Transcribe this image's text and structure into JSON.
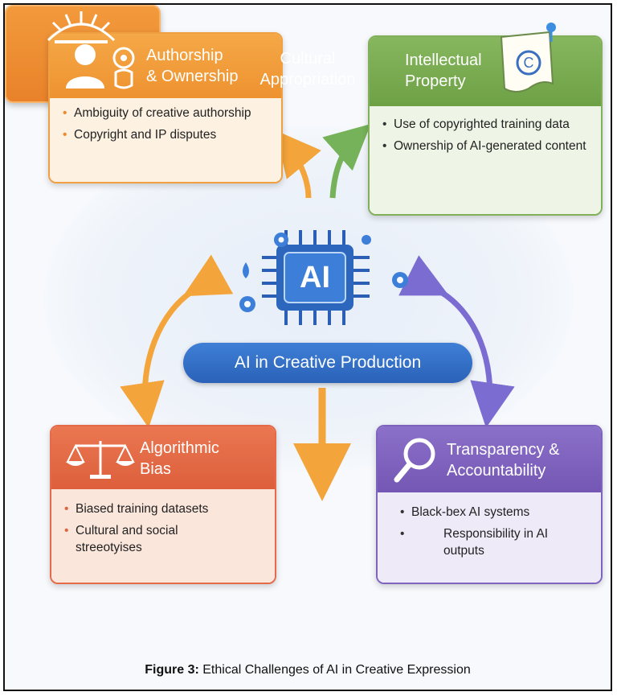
{
  "center": {
    "chip_label": "AI",
    "title": "AI in Creative Production"
  },
  "cards": {
    "authorship": {
      "title_1": "Authorship",
      "title_2": "& Ownership",
      "bullets": [
        "Ambiguity of creative authorship",
        "Copyright and IP disputes"
      ]
    },
    "ip": {
      "title_1": "Intellectual",
      "title_2": "Property",
      "bullets": [
        "Use of copyrighted training data",
        "Ownership of AI-generated content"
      ]
    },
    "bias": {
      "title_1": "Algorithmic",
      "title_2": "Bias",
      "bullets": [
        "Biased training datasets",
        "Cultural and social streeotyises"
      ]
    },
    "transparency": {
      "title_1": "Transparency &",
      "title_2": "Accountability",
      "bullets": [
        "Black-bex AI systems",
        "Responsibility in AI outputs"
      ]
    },
    "cultural": {
      "title_1": "Cultural",
      "title_2": "Appropriation"
    }
  },
  "caption": {
    "label": "Figure 3:",
    "text": " Ethical Challenges of AI in Creative Expression"
  },
  "colors": {
    "orange": "#f5a847",
    "green": "#86b75e",
    "red": "#ea7751",
    "purple": "#8b70c9",
    "blue": "#3f7fd6",
    "arrow_orange": "#f3a43a",
    "arrow_purple": "#7a6cd0"
  },
  "icons": [
    "person-icon",
    "robot-icon",
    "copyright-document-icon",
    "scales-icon",
    "magnifier-icon",
    "sunburst-icon",
    "ai-chip-icon",
    "gear-icon"
  ]
}
